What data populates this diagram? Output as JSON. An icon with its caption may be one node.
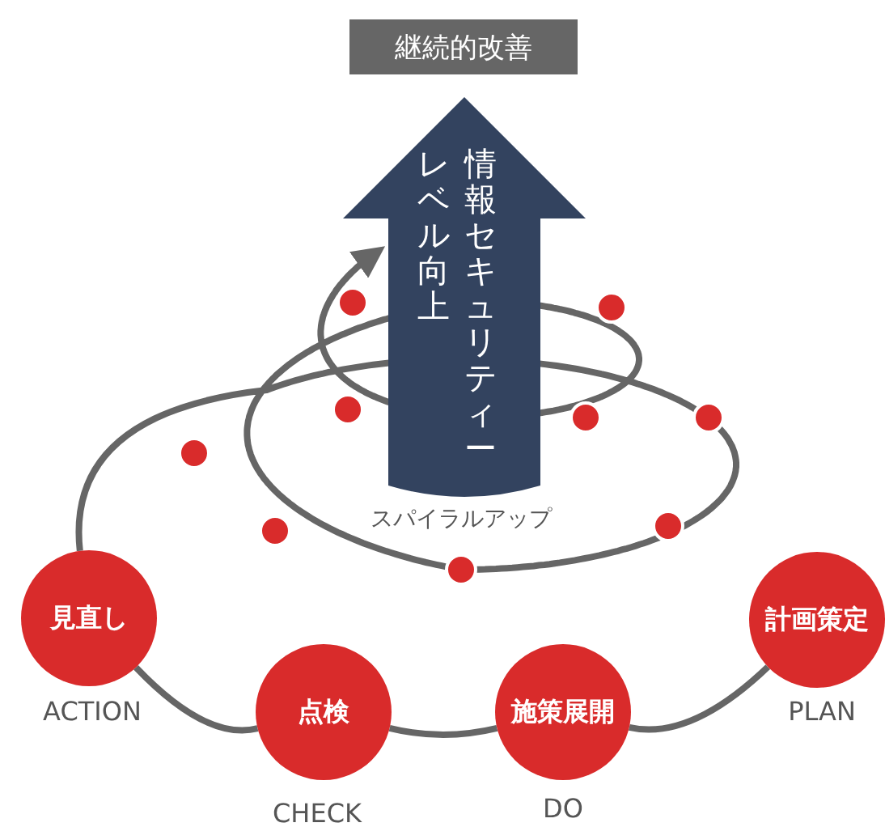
{
  "diagram": {
    "nodes": [
      {
        "text": [
          "継続的改善"
        ]
      },
      {
        "text": [
          "レベル向上",
          "情報セキュリティー"
        ]
      },
      {
        "text": [
          "見直し"
        ],
        "beside": [
          "ACTION"
        ]
      },
      {
        "text": [
          "点検"
        ],
        "beside": [
          "CHECK"
        ]
      },
      {
        "text": [
          "施策展開"
        ],
        "beside": [
          "DO"
        ]
      },
      {
        "text": [
          "計画策定"
        ],
        "beside": [
          "PLAN"
        ]
      }
    ],
    "edges": [
      {
        "from": 5,
        "to": 4,
        "arrow": "none"
      },
      {
        "from": 4,
        "to": 3,
        "arrow": "none"
      },
      {
        "from": 3,
        "to": 2,
        "arrow": "none"
      },
      {
        "from": 2,
        "to": 1,
        "arrow": "to"
      }
    ],
    "labels": [
      "スパイラルアップ"
    ]
  }
}
